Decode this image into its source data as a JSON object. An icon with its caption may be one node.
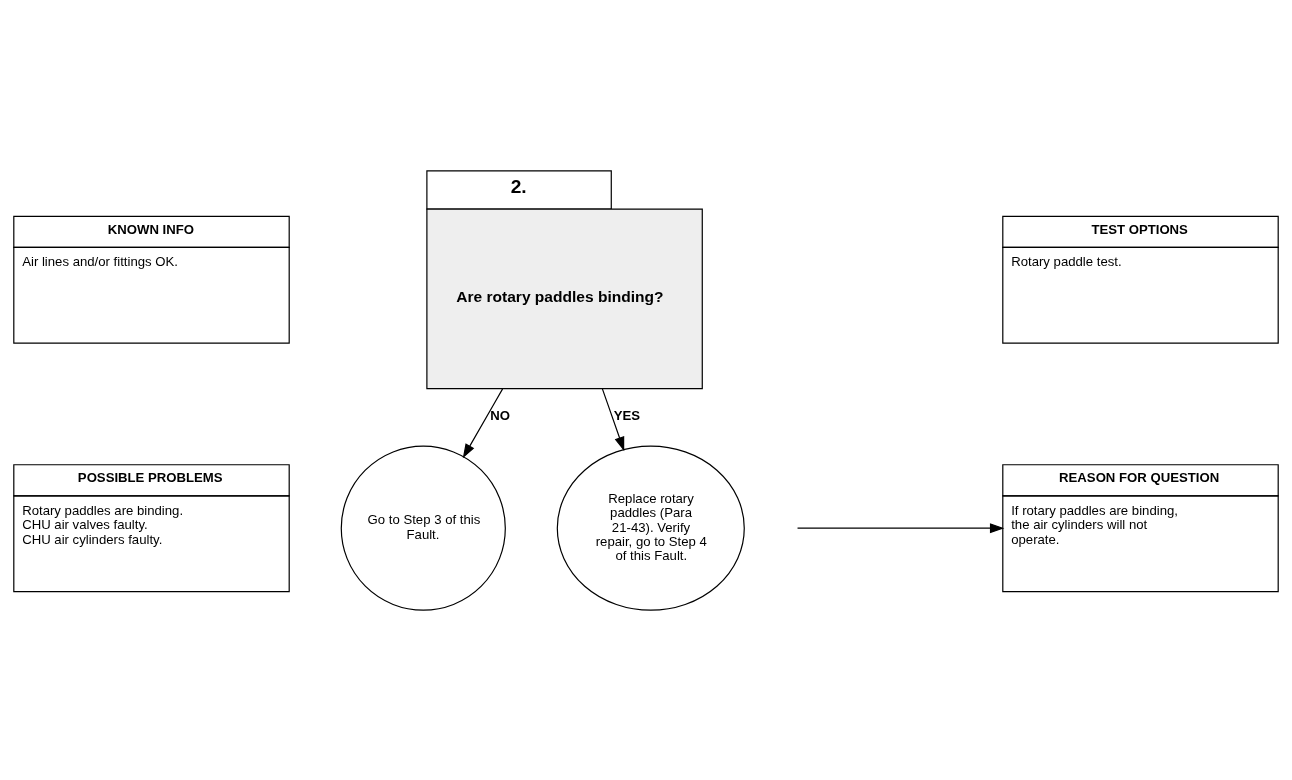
{
  "diagram": {
    "nodes": [
      {
        "text": [
          "KNOWN INFO",
          "Air lines and/or fittings OK."
        ]
      },
      {
        "text": [
          "POSSIBLE PROBLEMS",
          "Rotary paddles are binding.",
          "CHU air valves faulty.",
          "CHU air cylinders faulty."
        ]
      },
      {
        "text": [
          "2.",
          "Are rotary paddles binding?"
        ]
      },
      {
        "text": [
          "TEST OPTIONS",
          "Rotary paddle test."
        ]
      },
      {
        "text": [
          "REASON FOR QUESTION",
          "If rotary paddles are binding, the air cylinders will not operate."
        ]
      },
      {
        "text": [
          "Go to Step 3 of this Fault."
        ]
      },
      {
        "text": [
          "Replace rotary paddles (Para 21-43). Verify repair, go to Step 4 of this Fault."
        ]
      }
    ],
    "edges": [
      {
        "from": 2,
        "to": 5,
        "label": "NO",
        "arrow": "to"
      },
      {
        "from": 2,
        "to": 6,
        "label": "YES",
        "arrow": "to"
      },
      {
        "from": null,
        "to": 4,
        "arrow": "to"
      }
    ]
  }
}
